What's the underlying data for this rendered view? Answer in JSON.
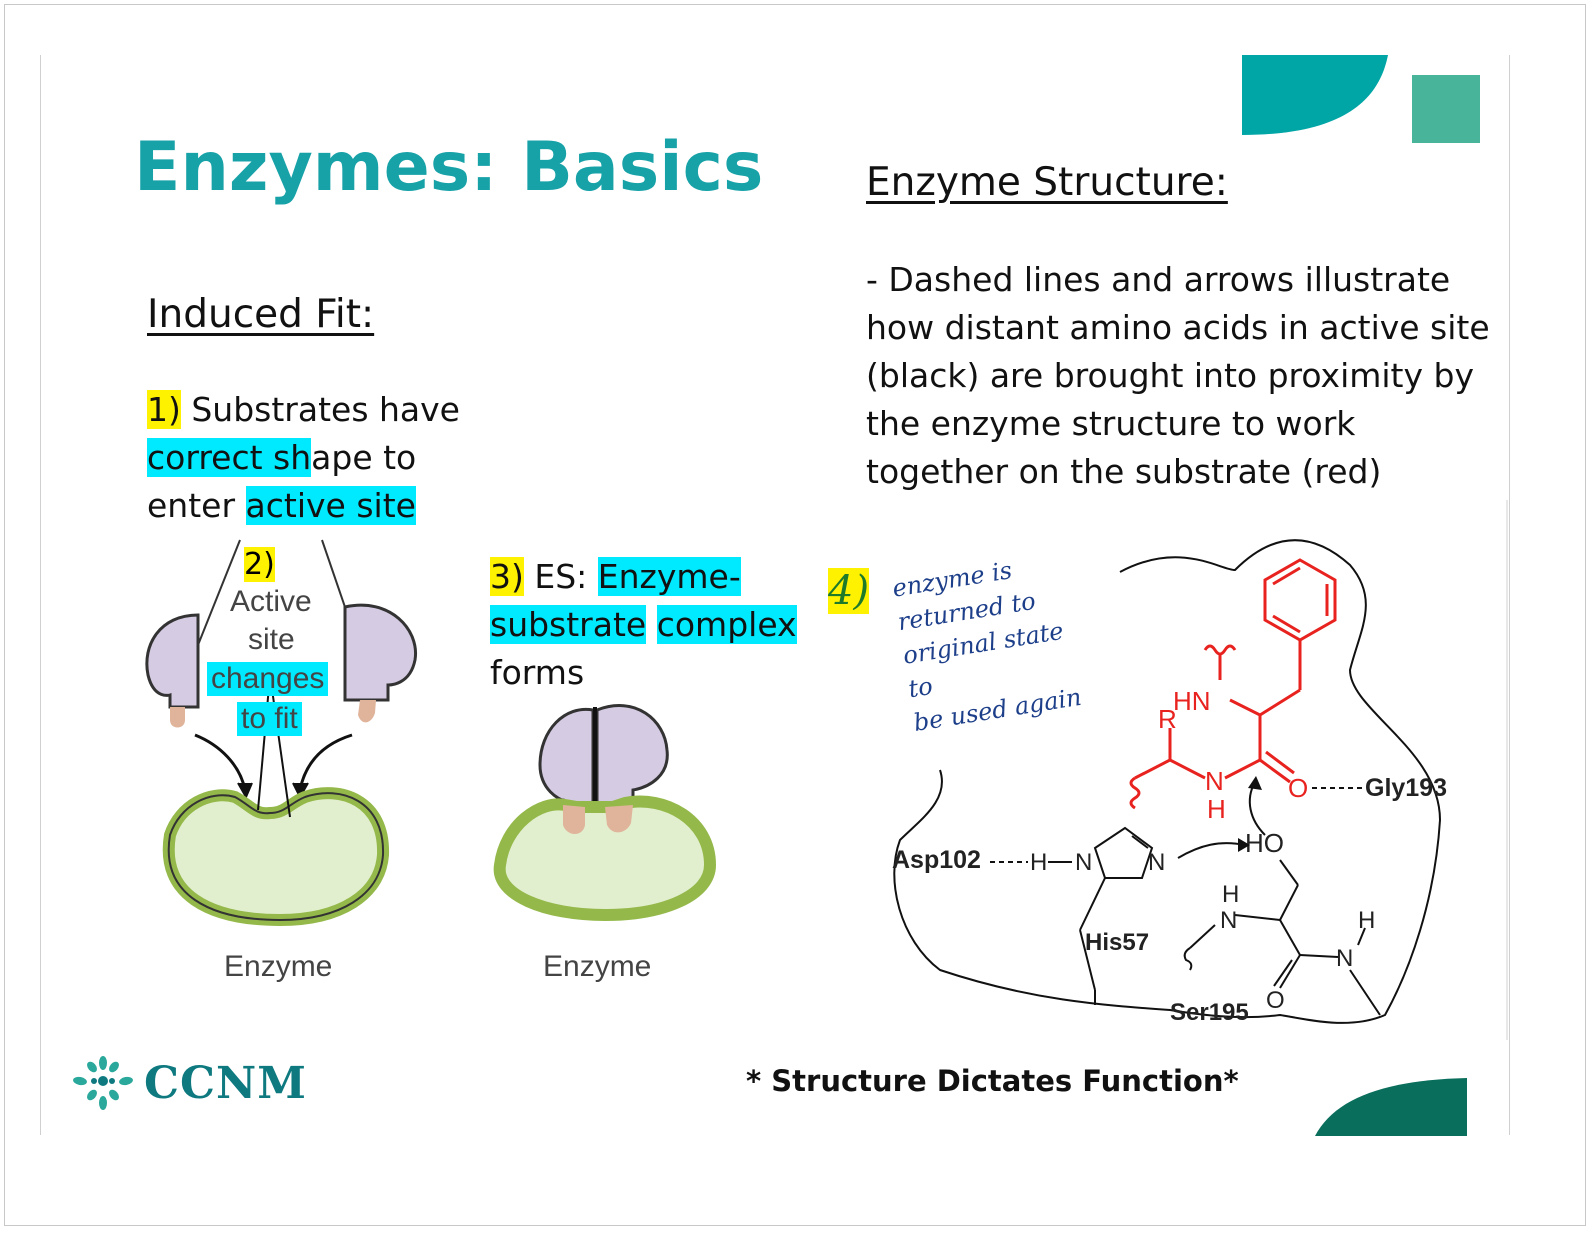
{
  "slide": {
    "title": "Enzymes:  Basics",
    "structure_heading": "Enzyme Structure:",
    "structure_description": "- Dashed lines and arrows illustrate how distant amino acids in active site (black) are brought into proximity by the enzyme structure to work together on the substrate (red)",
    "induced_fit_heading": "Induced Fit:",
    "footer_note": "* Structure Dictates Function*"
  },
  "steps": {
    "step1_num": "1)",
    "step1_a": " Substrates have ",
    "step1_hl1": "correct sh",
    "step1_b": "ape to enter ",
    "step1_hl2": "active site",
    "step2_num": "2)",
    "step3_num": "3)",
    "step3_a": " ES: ",
    "step3_hl1": "Enzyme-substrate",
    "step3_hl2": "complex",
    "step3_b": " forms",
    "step4_num": "4)",
    "step4_note_line1": "enzyme is",
    "step4_note_line2": "returned to",
    "step4_note_line3": "original state to",
    "step4_note_line4": "be used again"
  },
  "diagram_left": {
    "active": "Active",
    "site": "site",
    "changes": "changes",
    "to_fit": "to fit",
    "enzyme_label_1": "Enzyme",
    "enzyme_label_2": "Enzyme"
  },
  "mechanism": {
    "gly": "Gly193",
    "asp": "Asp102",
    "his": "His57",
    "ser": "Ser195",
    "h_bond_h": "H",
    "n1": "N",
    "n2": "N",
    "hn_top": "HN",
    "r": "R",
    "nh_n": "N",
    "nh_h": "H",
    "o_red": "O",
    "ho": "HO",
    "ser_h": "H",
    "ser_n": "N",
    "amide_h": "H",
    "amide_n": "N",
    "amide_o": "O"
  },
  "logo": {
    "text": "CCNM"
  },
  "colors": {
    "title": "#17a2a8",
    "highlight_yellow": "#fff200",
    "highlight_cyan": "#00eaff",
    "substrate_red": "#e8231f",
    "teal_dark": "#0a6e5c",
    "teal_mid": "#00a6a6",
    "teal_light": "#48b59a",
    "enzyme_green": "#94b94a",
    "enzyme_fill": "#e2efcf",
    "lobe_purple": "#d5cbe3"
  }
}
